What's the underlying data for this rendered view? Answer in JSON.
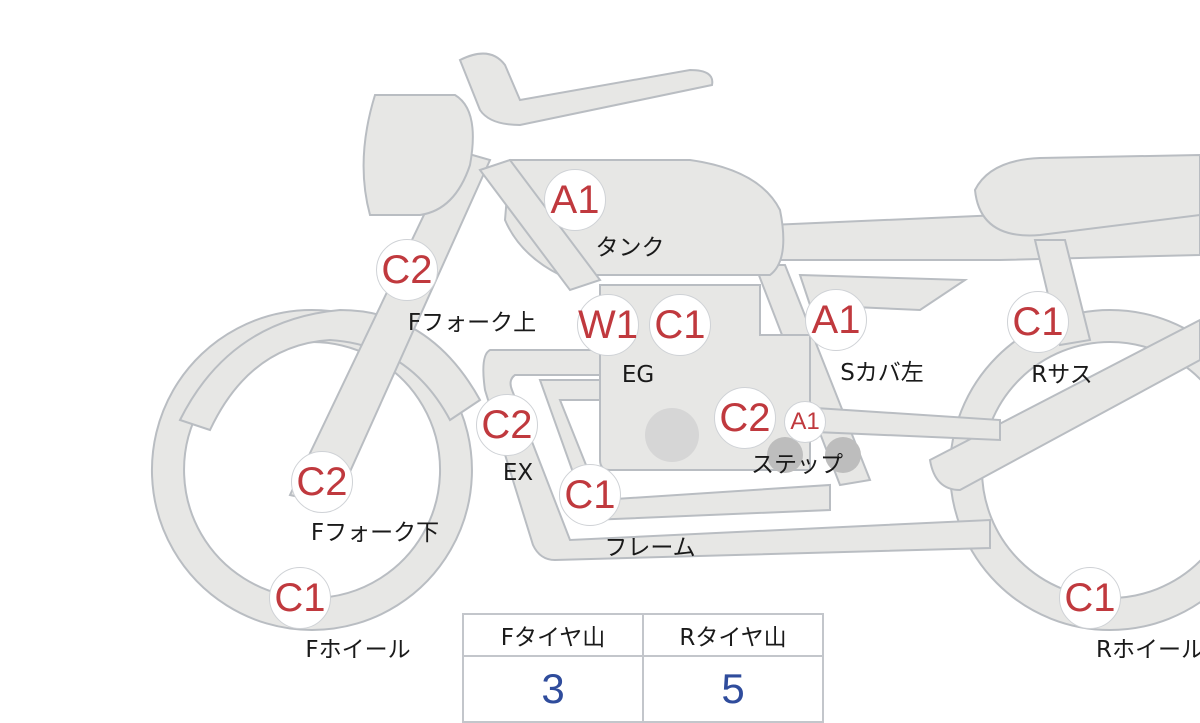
{
  "badges": {
    "tank": "A1",
    "fork_upper": "C2",
    "eg_w": "W1",
    "eg_c": "C1",
    "side_cover_left": "A1",
    "rear_suspension": "C1",
    "exhaust": "C2",
    "step_c": "C2",
    "step_a": "A1",
    "fork_lower": "C2",
    "frame": "C1",
    "front_wheel": "C1",
    "rear_wheel": "C1"
  },
  "labels": {
    "tank": "タンク",
    "fork_upper": "Fフォーク上",
    "eg": "EG",
    "side_cover_left": "Sカバ左",
    "rear_suspension": "Rサス",
    "exhaust": "EX",
    "step": "ステップ",
    "fork_lower": "Fフォーク下",
    "frame": "フレーム",
    "front_wheel": "Fホイール",
    "rear_wheel": "Rホイール"
  },
  "tire_table": {
    "headers": [
      "Fタイヤ山",
      "Rタイヤ山"
    ],
    "values": [
      "3",
      "5"
    ]
  },
  "colors": {
    "badge_text": "#c0393e",
    "value_text": "#2f4c9c",
    "body_fill": "#e7e7e5"
  }
}
